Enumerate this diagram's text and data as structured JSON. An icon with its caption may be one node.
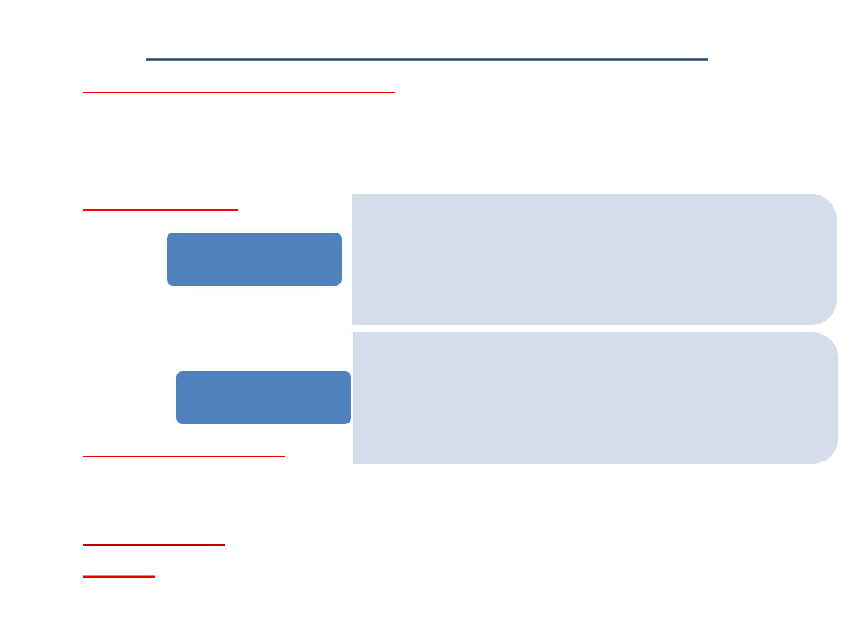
{
  "diagram": {
    "nodes": [
      {
        "text": [],
        "shape": "box"
      },
      {
        "text": [],
        "shape": "box"
      },
      {
        "text": [],
        "shape": "box"
      },
      {
        "text": [],
        "shape": "box"
      }
    ],
    "edges": []
  }
}
